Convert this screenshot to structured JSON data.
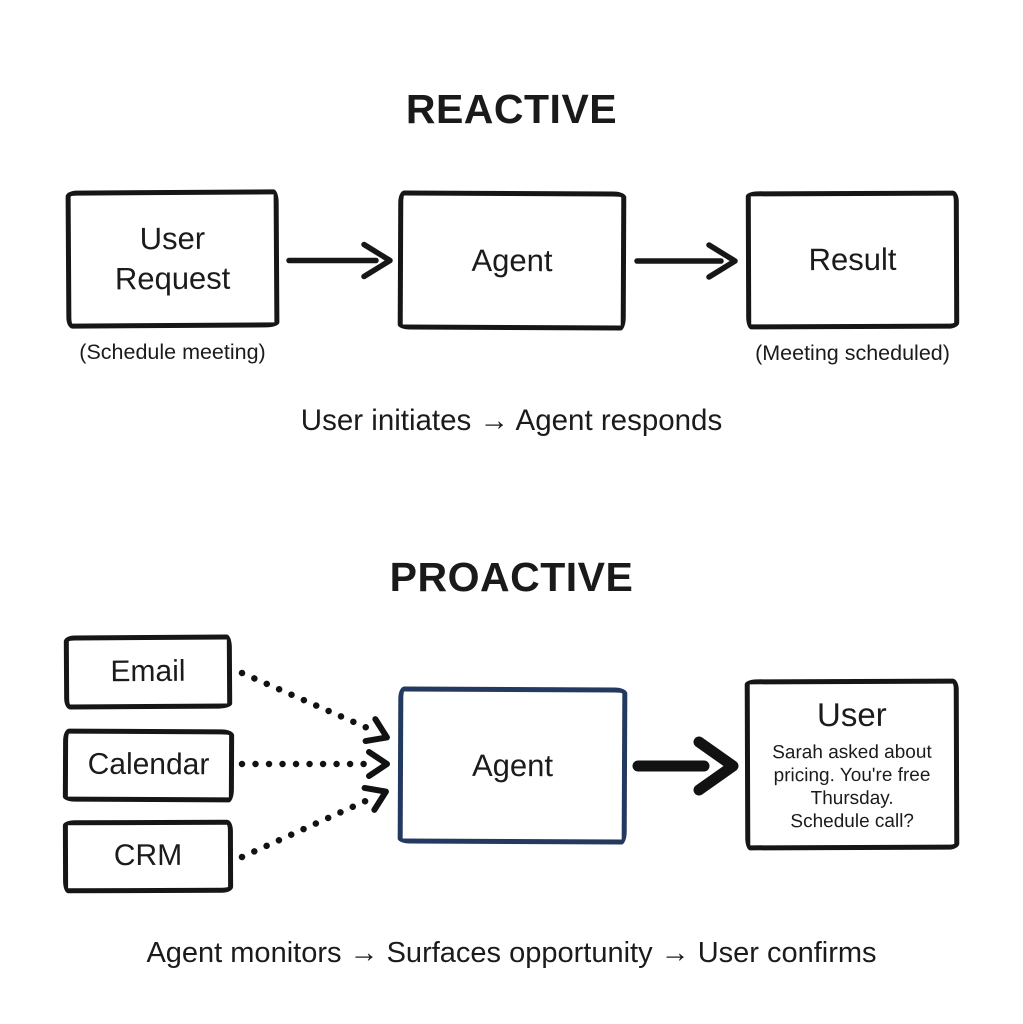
{
  "reactive": {
    "title": "REACTIVE",
    "user_request_box": {
      "label": "User\nRequest",
      "sublabel": "(Schedule meeting)"
    },
    "agent_box": {
      "label": "Agent"
    },
    "result_box": {
      "label": "Result",
      "sublabel": "(Meeting scheduled)"
    },
    "caption": "User initiates → Agent responds"
  },
  "proactive": {
    "title": "PROACTIVE",
    "sources": [
      "Email",
      "Calendar",
      "CRM"
    ],
    "agent": {
      "label": "Agent",
      "border_color": "#24395f"
    },
    "user": {
      "title": "User",
      "message": "Sarah asked about\npricing. You're free\nThursday.\nSchedule call?"
    },
    "caption": "Agent monitors → Surfaces opportunity → User confirms"
  },
  "colors": {
    "ink": "#161616",
    "navy_accent": "#24395f",
    "background": "#ffffff"
  }
}
